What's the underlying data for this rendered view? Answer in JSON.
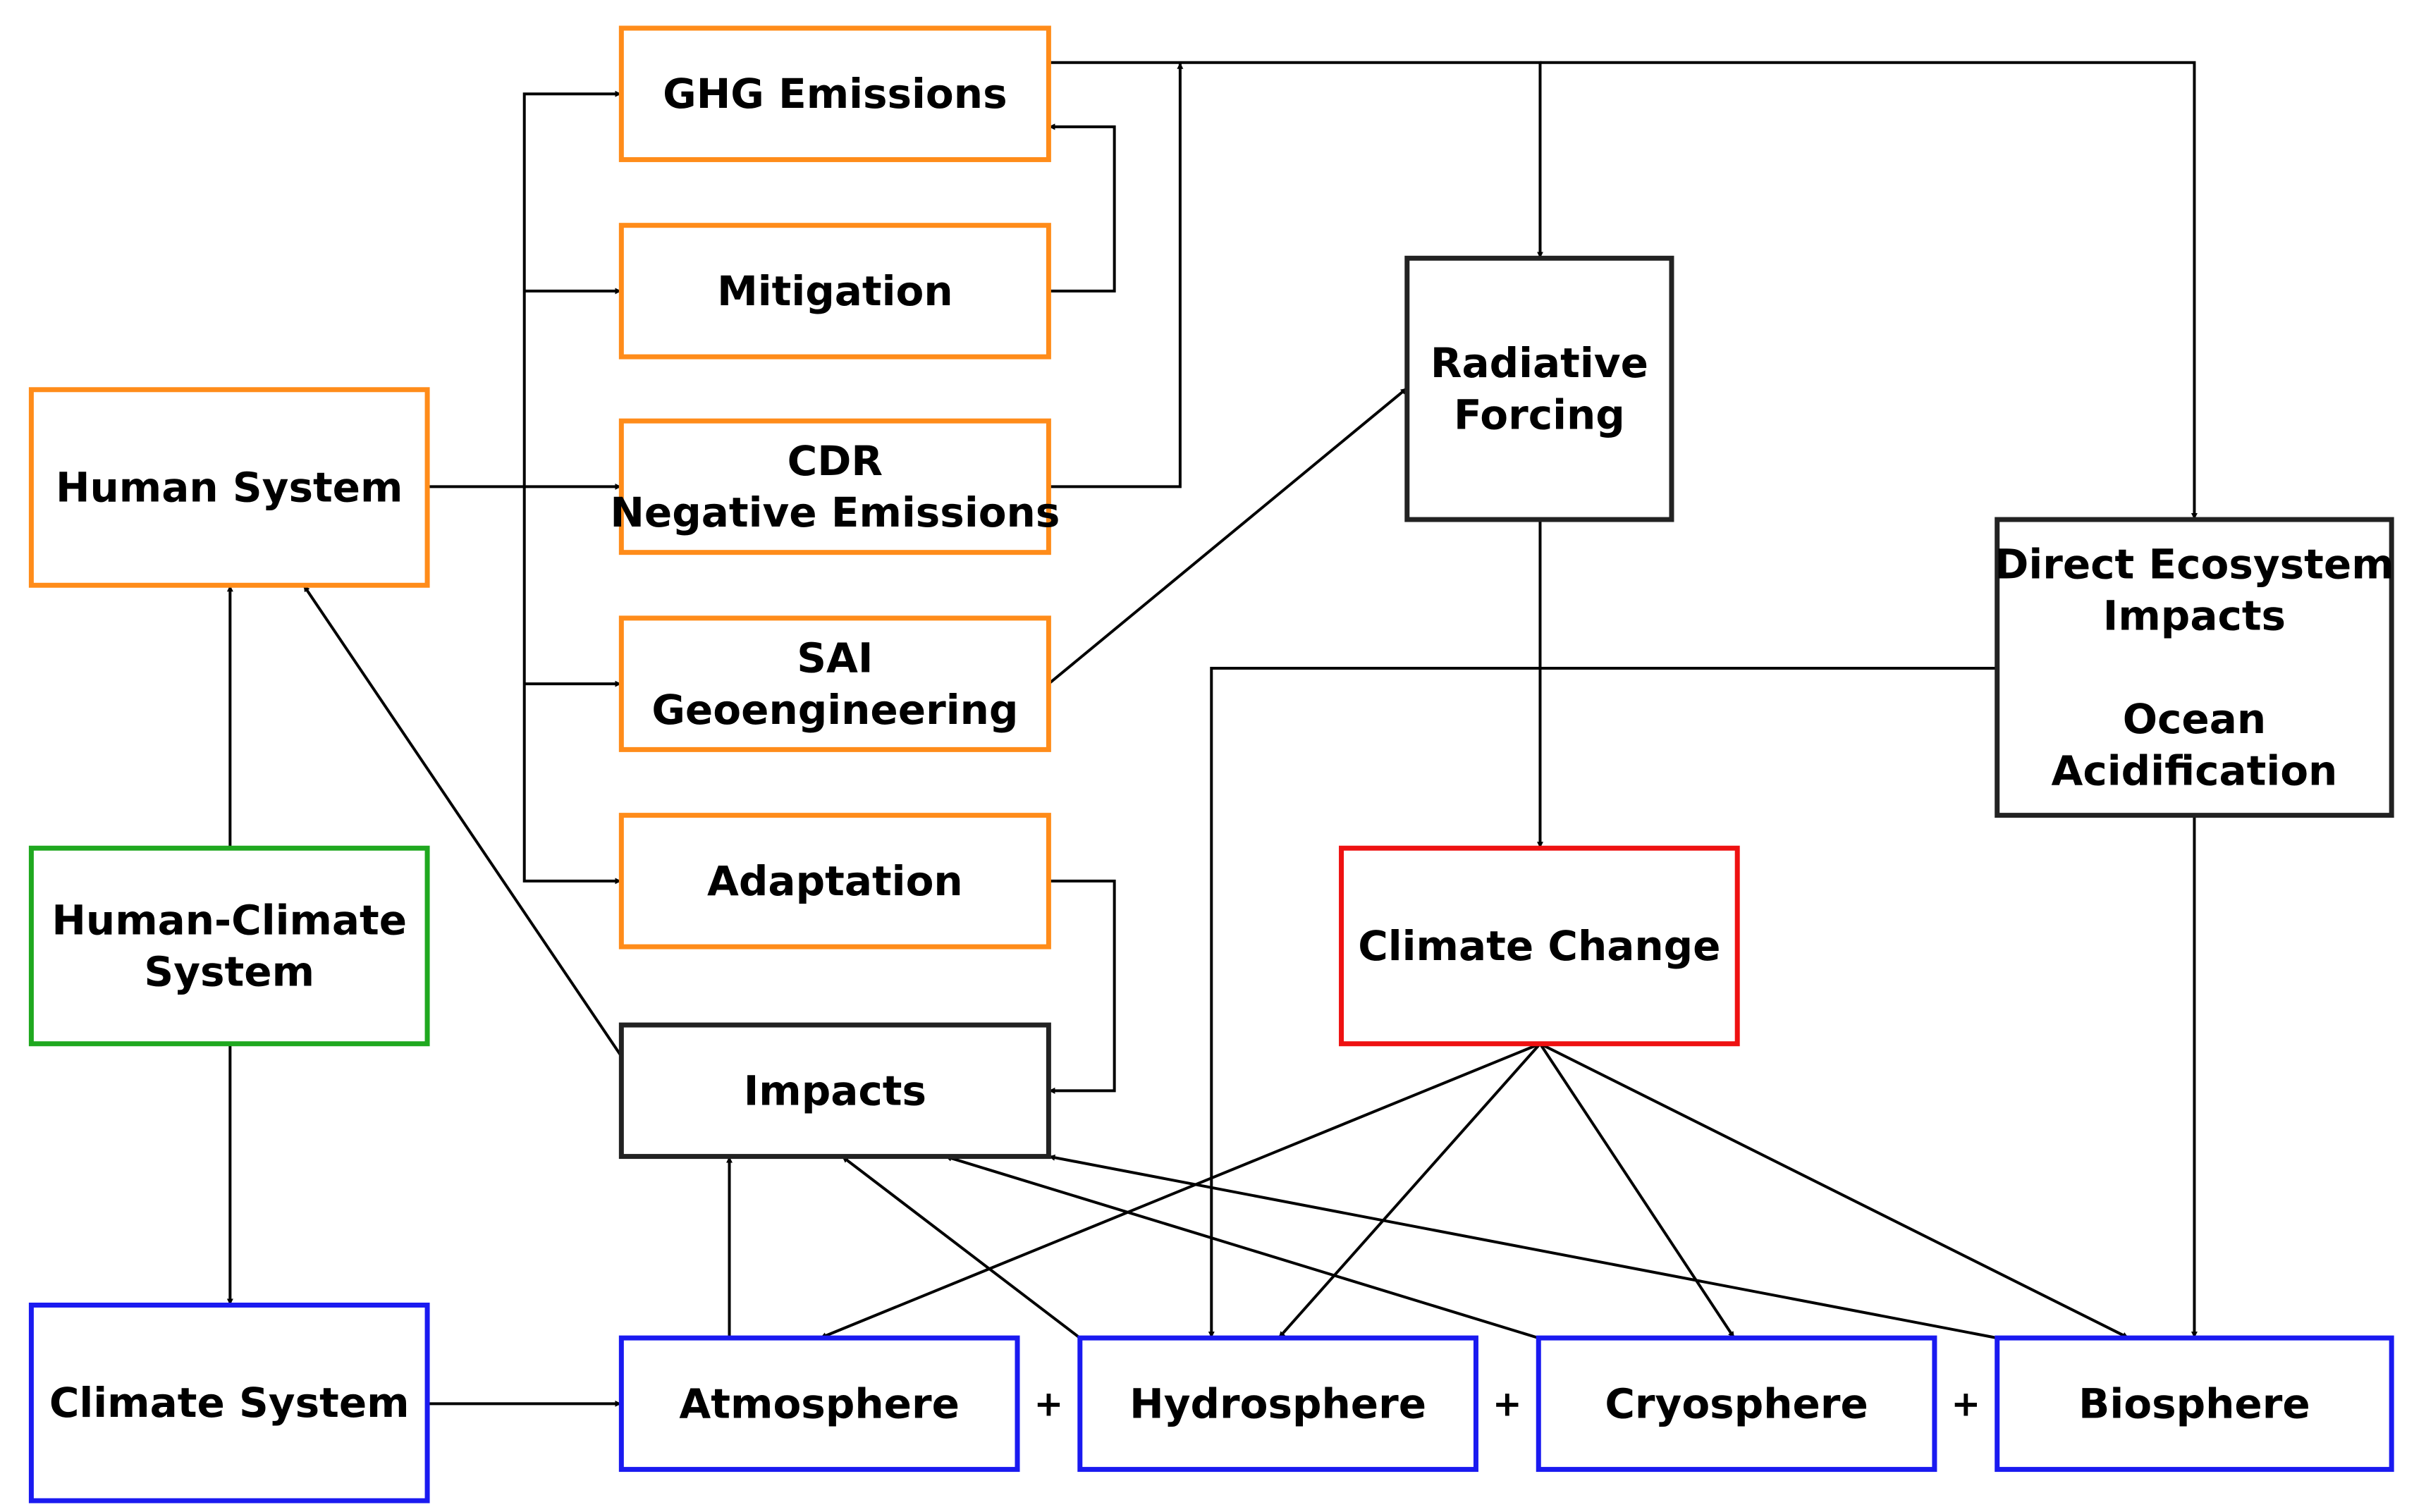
{
  "colors": {
    "human_components": "#FF8C1A",
    "human_climate": "#1FA81F",
    "climate_change": "#EE1111",
    "climate_components": "#1A1AF0",
    "neutral": "#222222"
  },
  "nodes": {
    "human_system": {
      "lines": [
        "Human System"
      ],
      "color_key": "human_components"
    },
    "human_climate_system": {
      "lines": [
        "Human-Climate",
        "System"
      ],
      "color_key": "human_climate"
    },
    "climate_system": {
      "lines": [
        "Climate System"
      ],
      "color_key": "climate_components"
    },
    "ghg_emissions": {
      "lines": [
        "GHG Emissions"
      ],
      "color_key": "human_components"
    },
    "mitigation": {
      "lines": [
        "Mitigation"
      ],
      "color_key": "human_components"
    },
    "cdr": {
      "lines": [
        "CDR",
        "Negative Emissions"
      ],
      "color_key": "human_components"
    },
    "sai": {
      "lines": [
        "SAI",
        "Geoengineering"
      ],
      "color_key": "human_components"
    },
    "adaptation": {
      "lines": [
        "Adaptation"
      ],
      "color_key": "human_components"
    },
    "impacts": {
      "lines": [
        "Impacts"
      ],
      "color_key": "neutral"
    },
    "radiative_forcing": {
      "lines": [
        "Radiative",
        "Forcing"
      ],
      "color_key": "neutral"
    },
    "direct_ecosystem": {
      "lines": [
        "Direct Ecosystem",
        "Impacts",
        "",
        "Ocean",
        "Acidification"
      ],
      "color_key": "neutral"
    },
    "climate_change": {
      "lines": [
        "Climate Change"
      ],
      "color_key": "climate_change"
    },
    "atmosphere": {
      "lines": [
        "Atmosphere"
      ],
      "color_key": "climate_components"
    },
    "hydrosphere": {
      "lines": [
        "Hydrosphere"
      ],
      "color_key": "climate_components"
    },
    "cryosphere": {
      "lines": [
        "Cryosphere"
      ],
      "color_key": "climate_components"
    },
    "biosphere": {
      "lines": [
        "Biosphere"
      ],
      "color_key": "climate_components"
    }
  },
  "plus_signs": [
    "+",
    "+",
    "+"
  ],
  "edges": [
    {
      "from": "human_climate_system",
      "to": "human_system"
    },
    {
      "from": "human_climate_system",
      "to": "climate_system"
    },
    {
      "from": "human_system",
      "to": "ghg_emissions"
    },
    {
      "from": "human_system",
      "to": "mitigation"
    },
    {
      "from": "human_system",
      "to": "cdr"
    },
    {
      "from": "human_system",
      "to": "sai"
    },
    {
      "from": "human_system",
      "to": "adaptation"
    },
    {
      "from": "mitigation",
      "to": "ghg_emissions"
    },
    {
      "from": "cdr",
      "to": "ghg_emissions"
    },
    {
      "from": "ghg_emissions",
      "to": "radiative_forcing"
    },
    {
      "from": "ghg_emissions",
      "to": "direct_ecosystem"
    },
    {
      "from": "sai",
      "to": "radiative_forcing"
    },
    {
      "from": "adaptation",
      "to": "impacts"
    },
    {
      "from": "impacts",
      "to": "human_system"
    },
    {
      "from": "radiative_forcing",
      "to": "climate_change"
    },
    {
      "from": "direct_ecosystem",
      "to": "hydrosphere"
    },
    {
      "from": "direct_ecosystem",
      "to": "biosphere"
    },
    {
      "from": "climate_change",
      "to": "atmosphere"
    },
    {
      "from": "climate_change",
      "to": "hydrosphere"
    },
    {
      "from": "climate_change",
      "to": "cryosphere"
    },
    {
      "from": "climate_change",
      "to": "biosphere"
    },
    {
      "from": "climate_system",
      "to": "atmosphere"
    },
    {
      "from": "atmosphere",
      "to": "impacts"
    },
    {
      "from": "hydrosphere",
      "to": "impacts"
    },
    {
      "from": "cryosphere",
      "to": "impacts"
    },
    {
      "from": "biosphere",
      "to": "impacts"
    }
  ]
}
